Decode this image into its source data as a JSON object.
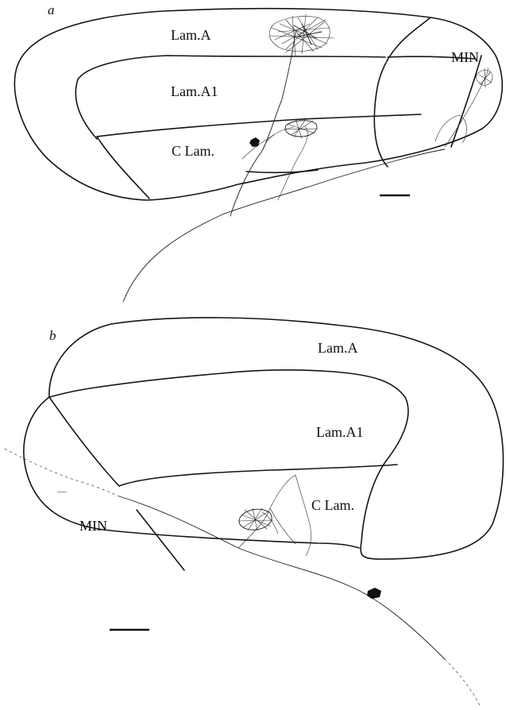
{
  "panel_a": {
    "panel_label": "a",
    "labels": {
      "lam_a": "Lam.A",
      "lam_a1": "Lam.A1",
      "c_lam": "C Lam.",
      "min": "MIN"
    }
  },
  "panel_b": {
    "panel_label": "b",
    "labels": {
      "lam_a": "Lam.A",
      "lam_a1": "Lam.A1",
      "c_lam": "C Lam.",
      "min": "MIN"
    }
  }
}
